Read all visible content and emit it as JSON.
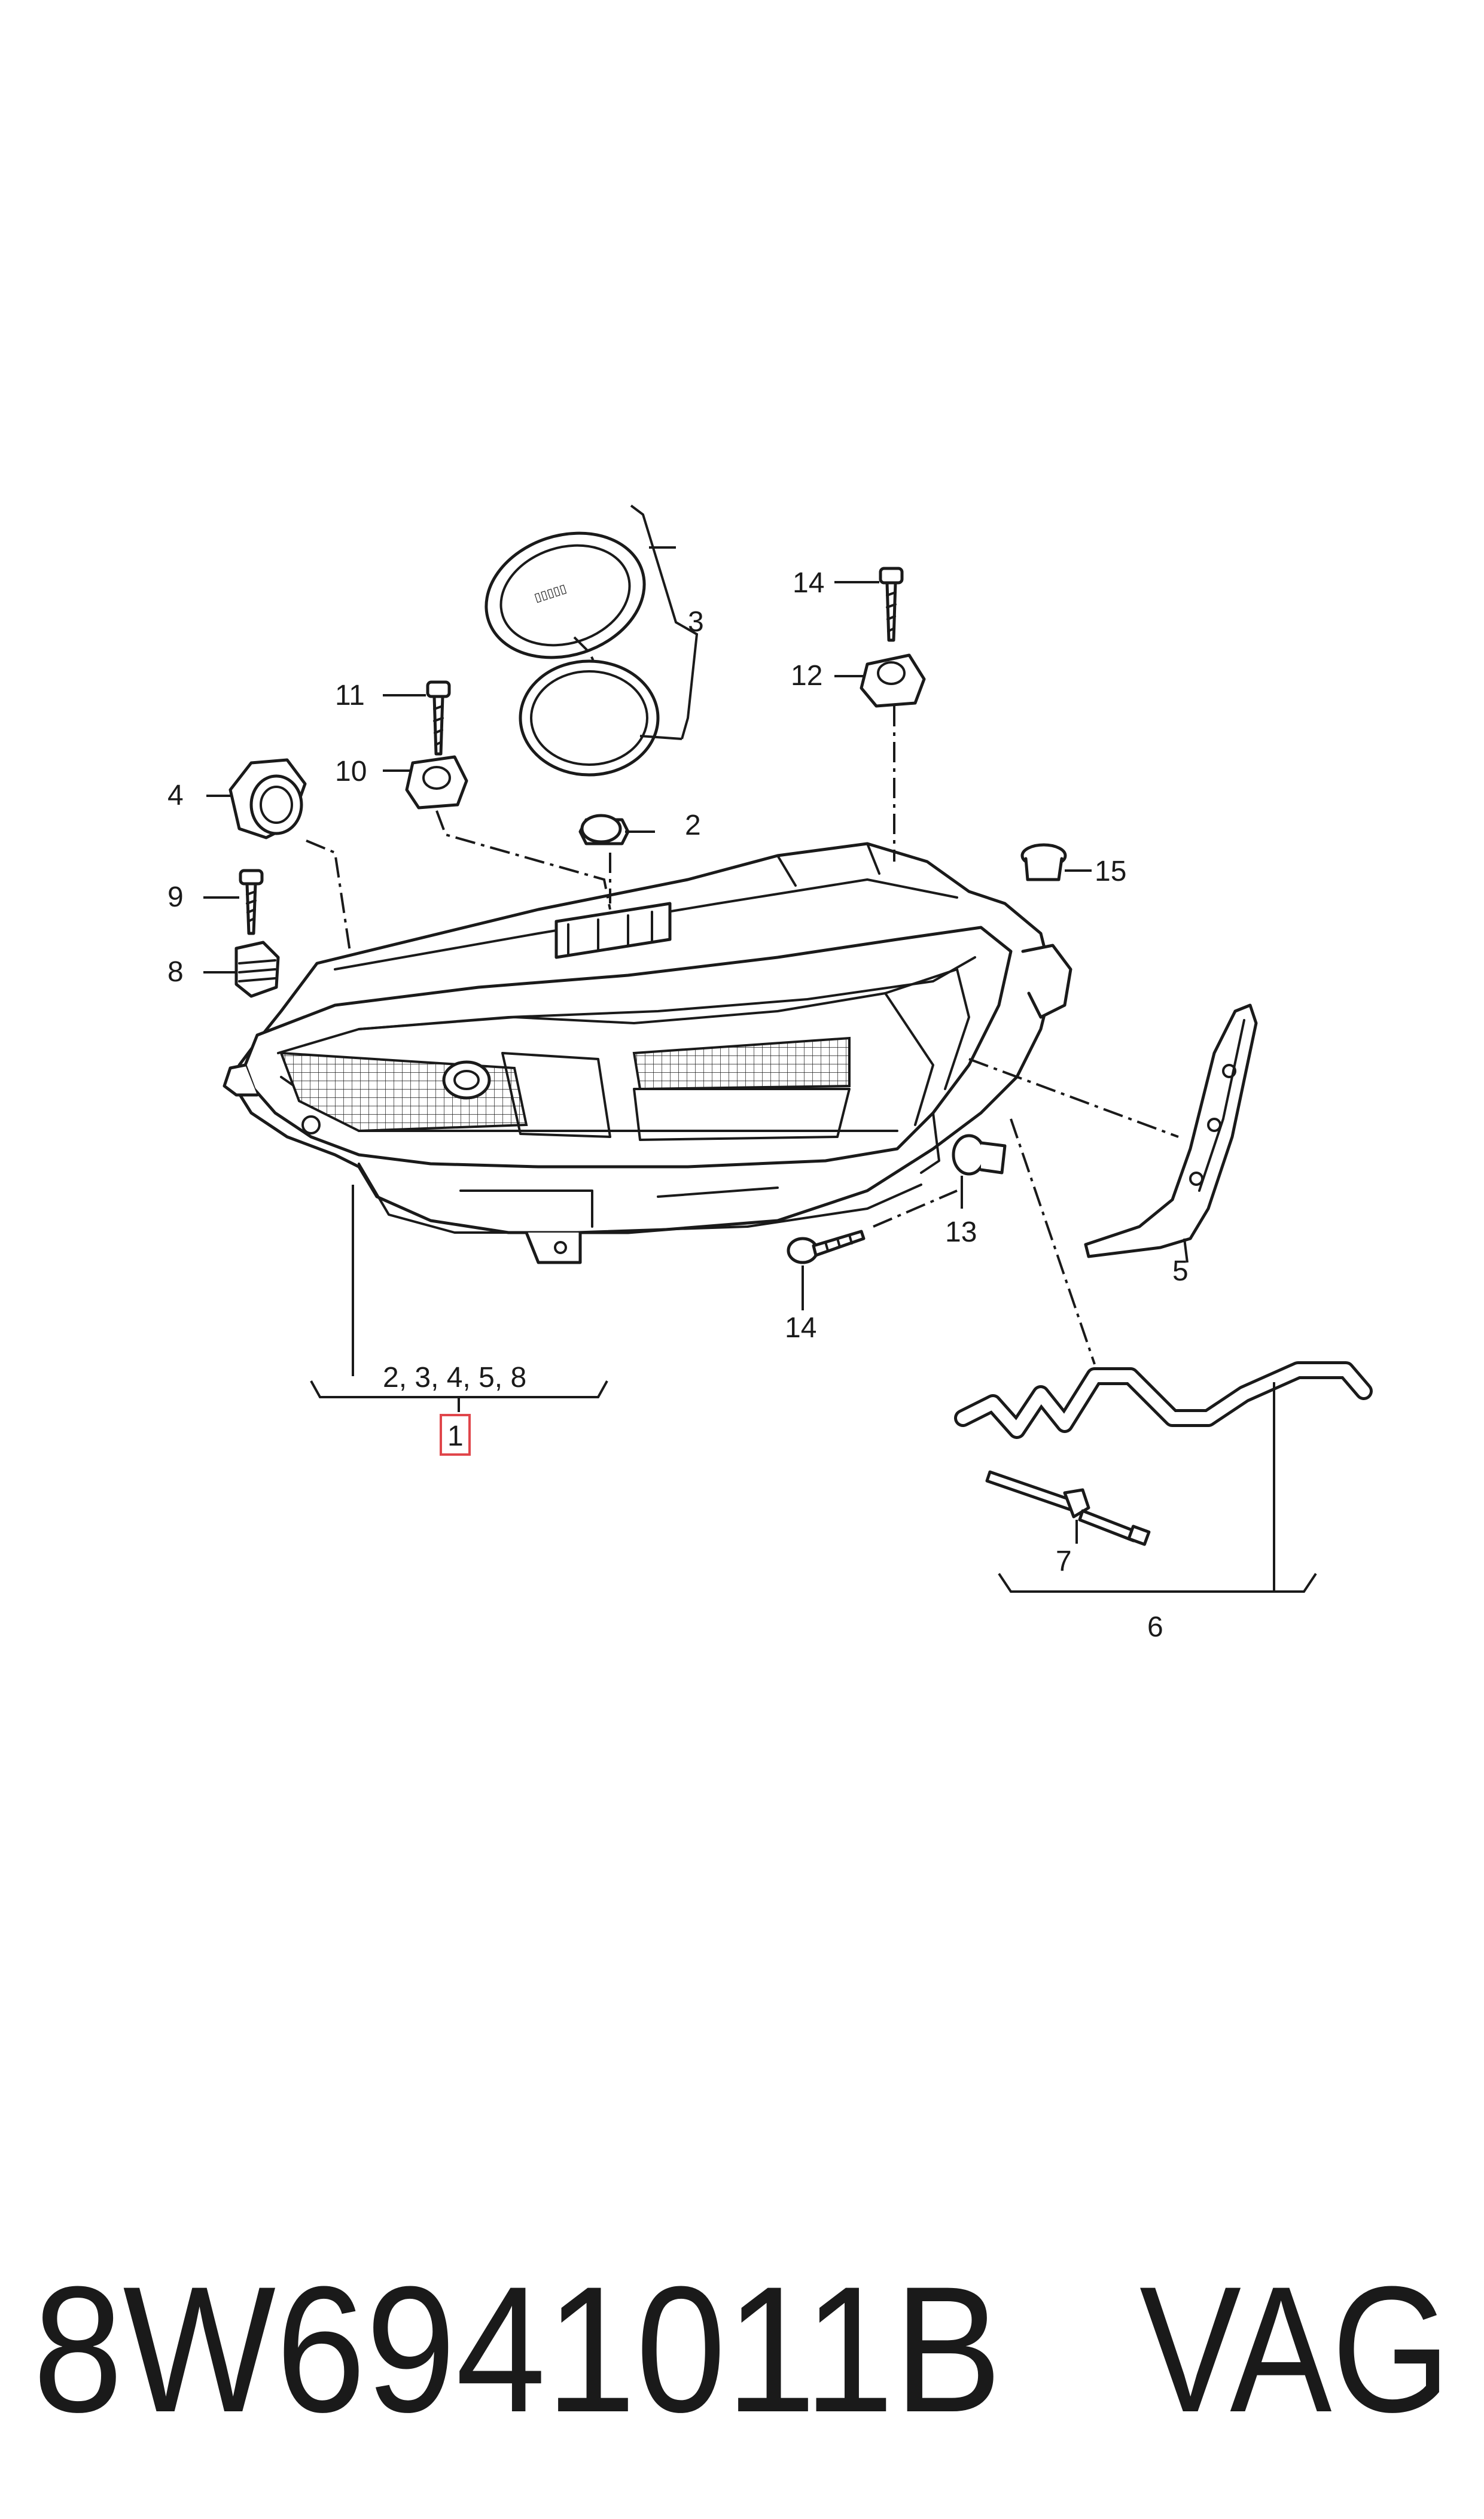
{
  "diagram": {
    "callouts": {
      "c1": "1",
      "c2": "2",
      "c3": "3",
      "c4": "4",
      "c5": "5",
      "c6": "6",
      "c7": "7",
      "c8": "8",
      "c9": "9",
      "c10": "10",
      "c11": "11",
      "c12": "12",
      "c13": "13",
      "c14_top": "14",
      "c14_bottom": "14",
      "c15": "15"
    },
    "group_label_main": "2, 3, 4, 5, 8",
    "highlight_color": "#e0464b"
  },
  "footer": {
    "part_number": "8W6941011B",
    "brand": "VAG"
  }
}
